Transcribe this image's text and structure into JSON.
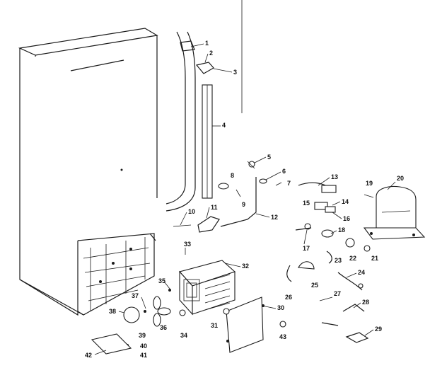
{
  "diagram": {
    "callouts": [
      "1",
      "2",
      "3",
      "4",
      "5",
      "6",
      "7",
      "8",
      "9",
      "10",
      "11",
      "12",
      "13",
      "14",
      "15",
      "16",
      "17",
      "18",
      "19",
      "20",
      "21",
      "22",
      "23",
      "24",
      "25",
      "26",
      "27",
      "28",
      "29",
      "30",
      "31",
      "32",
      "33",
      "34",
      "35",
      "36",
      "37",
      "38",
      "39",
      "40",
      "41",
      "42",
      "43"
    ]
  }
}
